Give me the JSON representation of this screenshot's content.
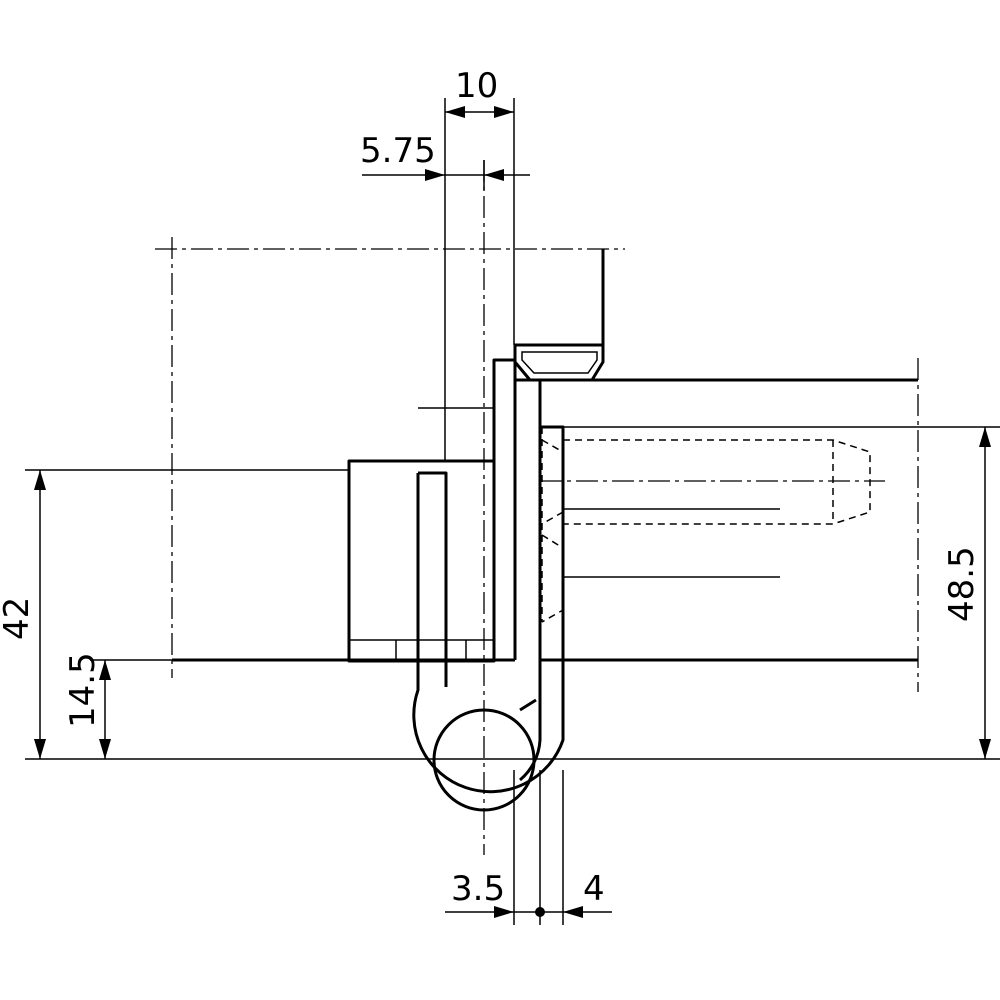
{
  "dimensions": {
    "top_width": "10",
    "top_offset": "5.75",
    "left_height": "42",
    "left_low_height": "14.5",
    "right_height": "48.5",
    "bottom_left": "3.5",
    "bottom_right": "4"
  },
  "colors": {
    "line": "#000000",
    "background": "#ffffff"
  }
}
